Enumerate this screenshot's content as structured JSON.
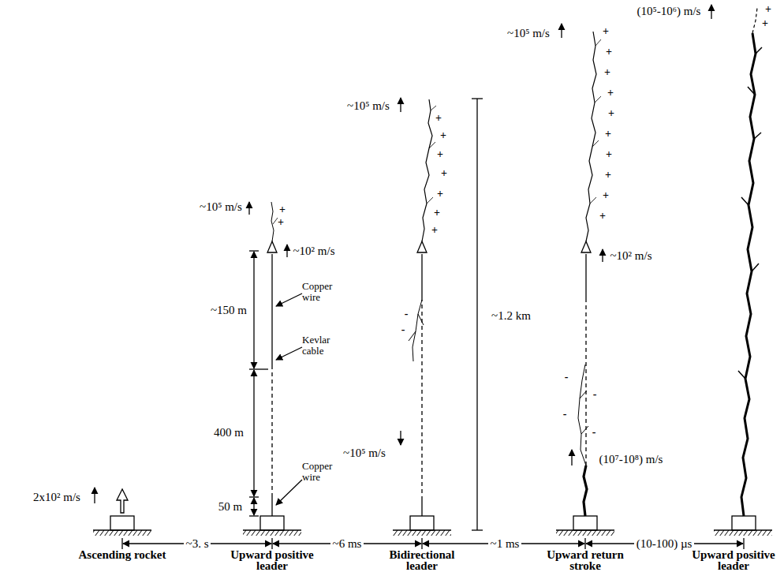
{
  "diagram": {
    "labels": [
      "(10⁵-10⁶) m/s",
      "~10⁵ m/s",
      "~10⁵ m/s",
      "~10⁵ m/s",
      "~10² m/s",
      "~10² m/s",
      "~150 m",
      "Copper wire",
      "400 m",
      "Kevlar cable",
      "50 m",
      "Copper wire",
      "2x10² m/s",
      "~1.2 km",
      "~10⁵ m/s",
      "(10⁷-10⁸) m/s",
      "~3. s",
      "~6 ms",
      "~1 ms",
      "(10-100) µs",
      "Ascending rocket",
      "Upward positive leader",
      "Bidirectional leader",
      "Upward return stroke",
      "Upward positive leader",
      "+",
      "+",
      "+",
      "+",
      "+",
      "+",
      "+",
      "+",
      "+",
      "-",
      "-",
      "+",
      "+",
      "+",
      "+",
      "+",
      "+",
      "+",
      "+",
      "+",
      "+",
      "-",
      "-",
      "-",
      "-",
      "+",
      "+"
    ]
  }
}
